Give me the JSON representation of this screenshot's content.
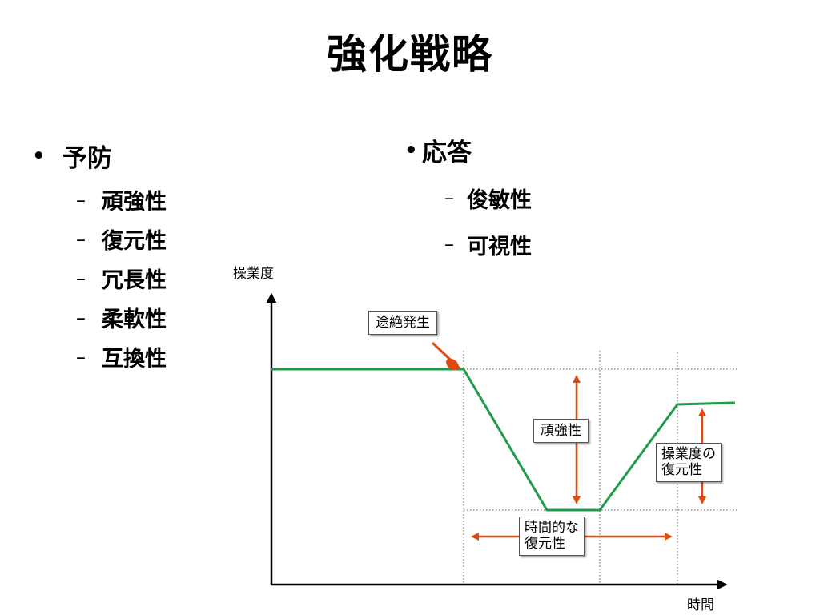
{
  "slide": {
    "title": "強化戦略",
    "prevention": {
      "heading": "予防",
      "items": [
        "頑強性",
        "復元性",
        "冗長性",
        "柔軟性",
        "互換性"
      ]
    },
    "response": {
      "heading": "応答",
      "items": [
        "俊敏性",
        "可視性"
      ]
    }
  },
  "diagram": {
    "y_axis_label": "操業度",
    "x_axis_label": "時間",
    "event_label": "途絶発生",
    "robustness_label": "頑強性",
    "recovery_label_line1": "操業度の",
    "recovery_label_line2": "復元性",
    "time_label_line1": "時間的な",
    "time_label_line2": "復元性",
    "colors": {
      "line": "#1f9b4a",
      "arrow": "#e04a10",
      "axis": "#000000",
      "guide": "#555555"
    }
  },
  "bullet_glyph": "•",
  "dash_glyph": "–"
}
